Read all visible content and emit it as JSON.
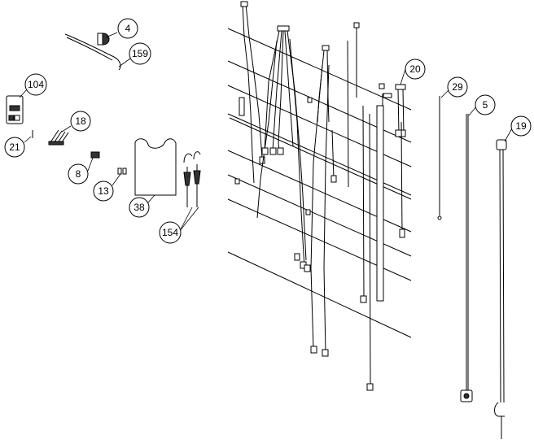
{
  "title": "",
  "callouts": [
    {
      "id": "c4",
      "label": "4"
    },
    {
      "id": "c159",
      "label": "159"
    },
    {
      "id": "c104",
      "label": "104"
    },
    {
      "id": "c18",
      "label": "18"
    },
    {
      "id": "c21",
      "label": "21"
    },
    {
      "id": "c8",
      "label": "8"
    },
    {
      "id": "c13",
      "label": "13"
    },
    {
      "id": "c38",
      "label": "38"
    },
    {
      "id": "c154",
      "label": "154"
    },
    {
      "id": "c20",
      "label": "20"
    },
    {
      "id": "c29",
      "label": "29"
    },
    {
      "id": "c5",
      "label": "5"
    },
    {
      "id": "c19",
      "label": "19"
    }
  ]
}
